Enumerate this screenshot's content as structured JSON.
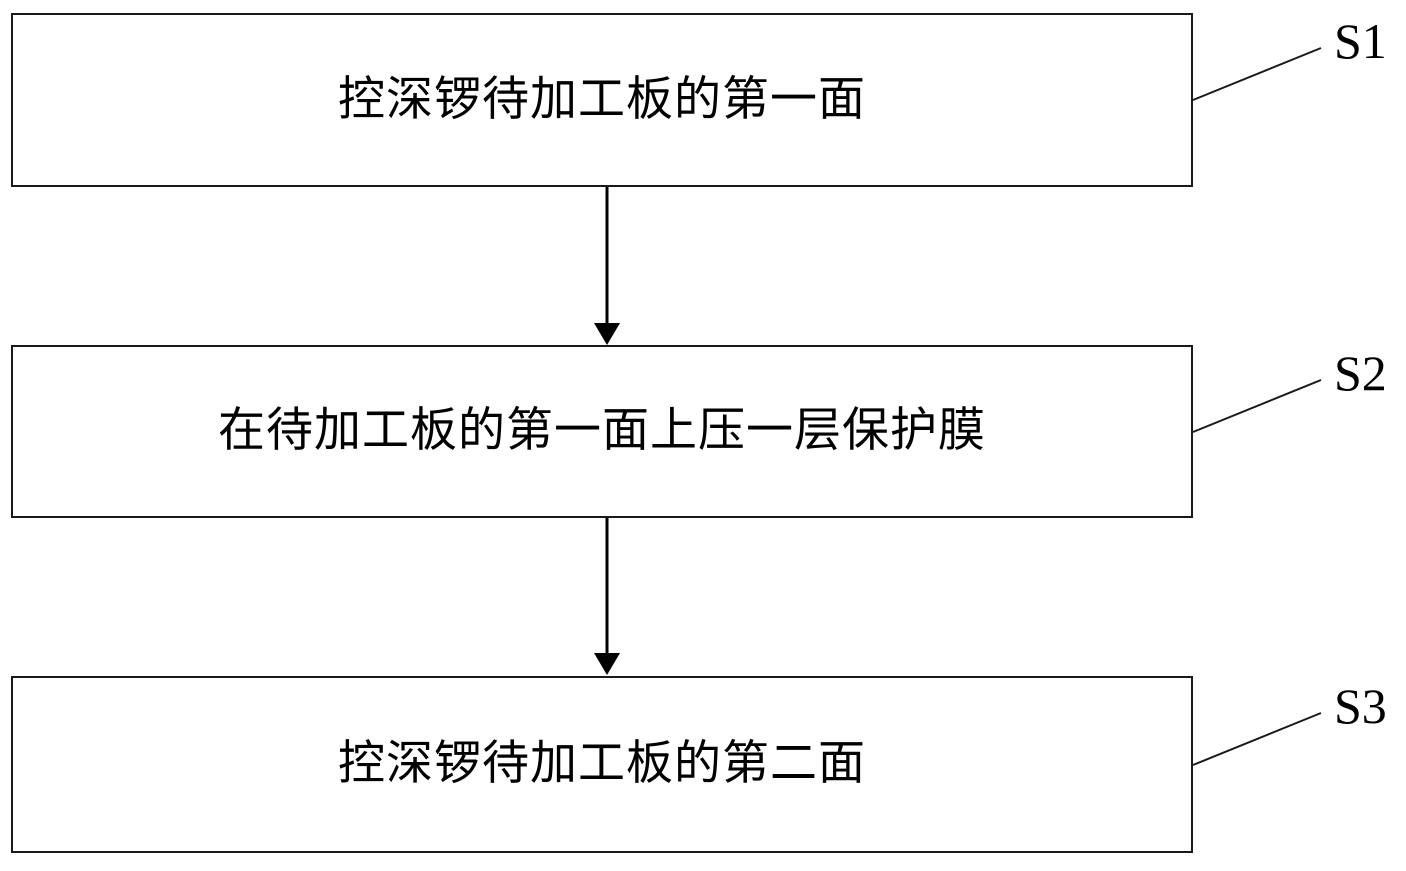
{
  "diagram": {
    "type": "flowchart",
    "orientation": "vertical",
    "background_color": "#ffffff",
    "line_color": "#1a1a1a",
    "text_color": "#000000",
    "steps": [
      {
        "id": "S1",
        "label": "S1",
        "text": "控深锣待加工板的第一面"
      },
      {
        "id": "S2",
        "label": "S2",
        "text": "在待加工板的第一面上压一层保护膜"
      },
      {
        "id": "S3",
        "label": "S3",
        "text": "控深锣待加工板的第二面"
      }
    ],
    "connectors": [
      {
        "from": "S1",
        "to": "S2",
        "style": "solid-arrow-down"
      },
      {
        "from": "S2",
        "to": "S3",
        "style": "solid-arrow-down"
      }
    ]
  }
}
